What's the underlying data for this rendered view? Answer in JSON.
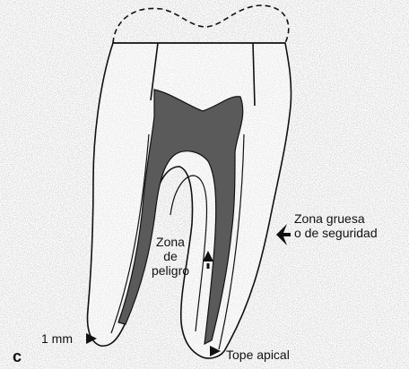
{
  "panel_letter": "c",
  "labels": {
    "thick_zone_line1": "Zona gruesa",
    "thick_zone_line2": "o de seguridad",
    "danger_zone_line1": "Zona",
    "danger_zone_line2": "de",
    "danger_zone_line3": "peligro",
    "one_mm": "1 mm",
    "apical_stop": "Tope apical"
  },
  "colors": {
    "background": "#ffffff",
    "speckle": "#8a8a8a",
    "outline": "#111111",
    "pulp_fill": "#555555",
    "arrow": "#111111"
  }
}
